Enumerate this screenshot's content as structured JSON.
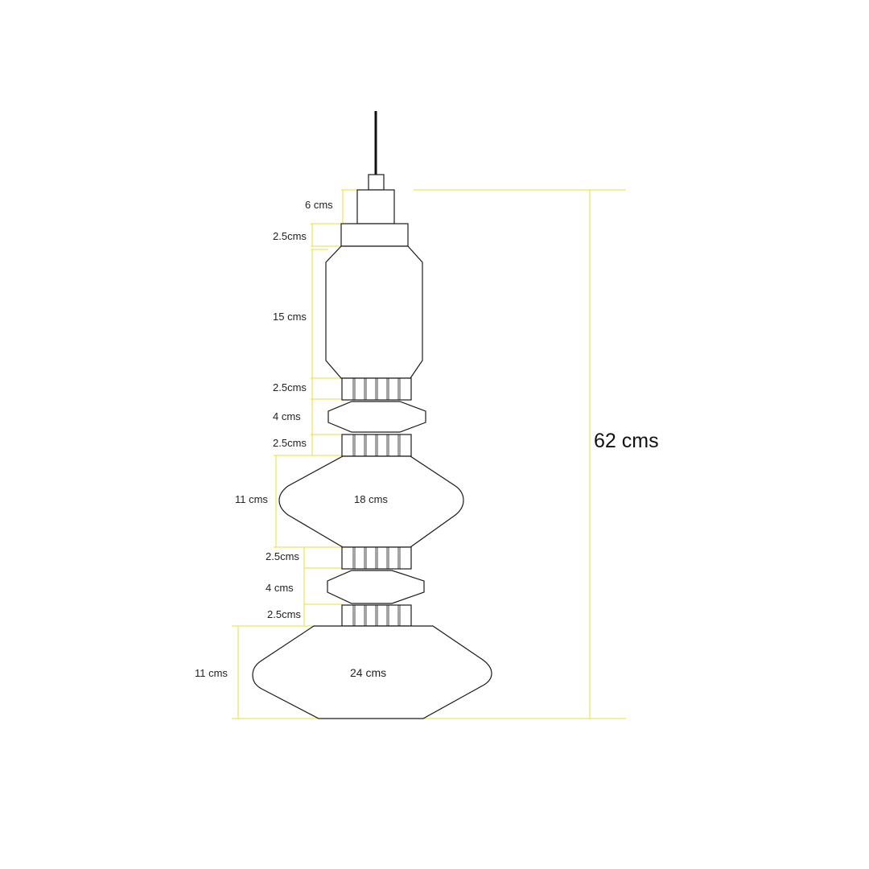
{
  "colors": {
    "dimension_line": "#e9df3a",
    "outline": "#1a1a1a",
    "background": "#ffffff"
  },
  "labels": {
    "cap": "6 cms",
    "collar": "2.5cms",
    "upper_body": "15 cms",
    "ring_1": "2.5cms",
    "disc_1": "4 cms",
    "ring_2": "2.5cms",
    "middle_height": "11 cms",
    "middle_width": "18 cms",
    "ring_3": "2.5cms",
    "disc_2": "4 cms",
    "ring_4": "2.5cms",
    "bottom_height": "11 cms",
    "bottom_width": "24 cms",
    "total_height": "62 cms"
  }
}
